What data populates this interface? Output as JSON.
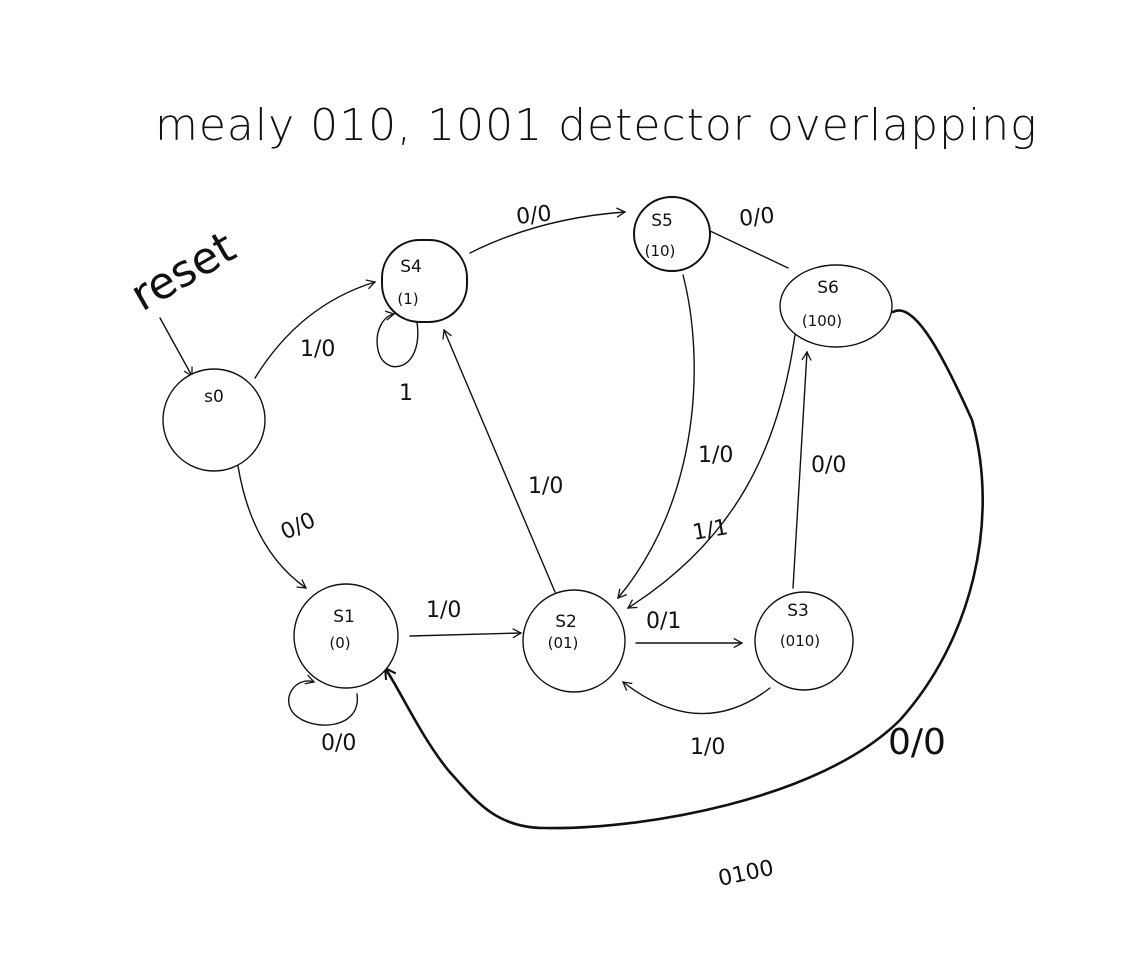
{
  "title": "mealy 010, 1001 detector overlapping",
  "reset_label": "reset",
  "states": {
    "s0": {
      "name": "s0",
      "seq": ""
    },
    "s1": {
      "name": "S1",
      "seq": "(0)"
    },
    "s2": {
      "name": "S2",
      "seq": "(01)"
    },
    "s3": {
      "name": "S3",
      "seq": "(010)"
    },
    "s4": {
      "name": "S4",
      "seq": "(1)"
    },
    "s5": {
      "name": "S5",
      "seq": "(10)"
    },
    "s6": {
      "name": "S6",
      "seq": "(100)"
    }
  },
  "transitions": {
    "s0_s4": "1/0",
    "s0_s1": "0/0",
    "s4_s4": "1",
    "s4_s5": "0/0",
    "s5_s6": "0/0",
    "s5_s2": "1/0",
    "s6_s2": "1/1",
    "s1_s1": "0/0",
    "s1_s2": "1/0",
    "s2_s4": "1/0",
    "s2_s3": "0/1",
    "s3_s2": "1/0",
    "s3_s6": "0/0",
    "s6_s1": "0/0"
  },
  "note": "0100"
}
